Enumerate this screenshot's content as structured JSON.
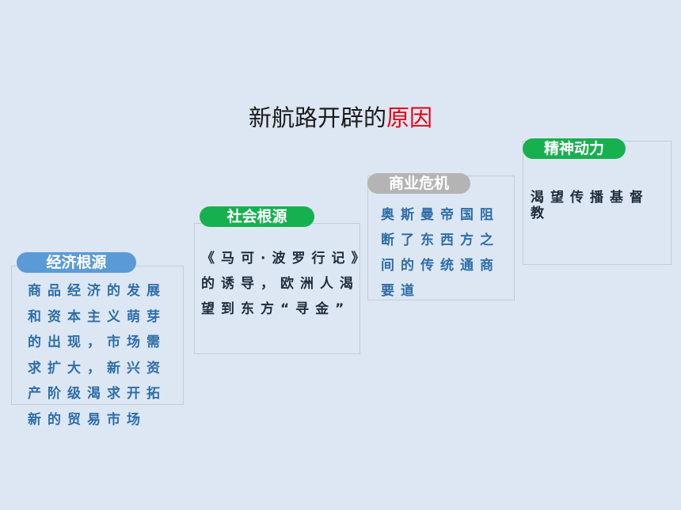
{
  "title": {
    "main": "新航路开辟的",
    "highlight": "原因"
  },
  "cards": [
    {
      "label": "经济根源",
      "label_color": "#5b9bd5",
      "text": "商品经济的发展和资本主义萌芽的出现，市场需求扩大，新兴资产阶级渴求开拓新的贸易市场",
      "text_color": "#2e6ea8"
    },
    {
      "label": "社会根源",
      "label_color": "#17b04f",
      "text": "《马可·波罗行记》的诱导，欧洲人渴望到东方“寻金”",
      "text_color": "#1f2d3d"
    },
    {
      "label": "商业危机",
      "label_color": "#b4b4b4",
      "text": "奥斯曼帝国阻断了东西方之间的传统通商要道",
      "text_color": "#2e6ea8"
    },
    {
      "label": "精神动力",
      "label_color": "#17b04f",
      "text": "渴望传播基督教",
      "text_color": "#1f2d3d"
    }
  ]
}
